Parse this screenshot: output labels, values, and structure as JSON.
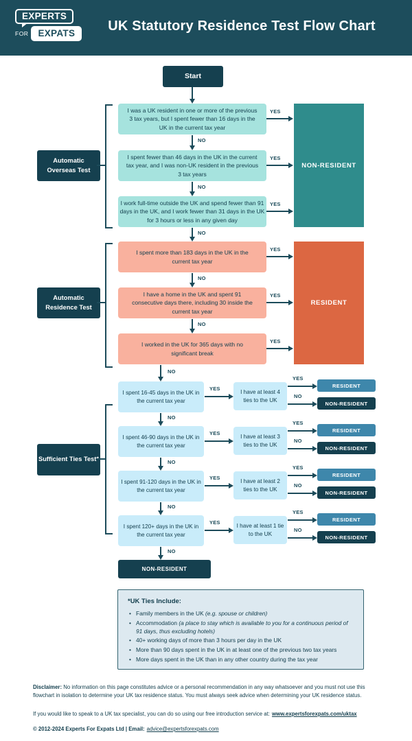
{
  "colors": {
    "header_bg": "#1d4d5c",
    "dark_teal": "#15404f",
    "line": "#1c4b5a",
    "light_teal": "#a6e3de",
    "big_teal": "#2f8c8c",
    "salmon": "#f9b19e",
    "orange": "#dc6742",
    "light_blue": "#c9ecfa",
    "mid_blue": "#3e87ab",
    "panel_bg": "#dde9f0",
    "panel_border": "#33626f"
  },
  "header": {
    "logo_line1": "EXPERTS",
    "logo_for": "FOR",
    "logo_line2": "EXPATS",
    "title": "UK Statutory Residence Test Flow Chart"
  },
  "labels": {
    "start": "Start",
    "yes": "YES",
    "no": "NO"
  },
  "sections": {
    "overseas": {
      "label": "Automatic Overseas Test",
      "result": "NON-RESIDENT",
      "questions": [
        "I was a UK resident in one or more of the previous 3 tax years, but I spent fewer than 16 days in the UK in the current tax year",
        "I spent fewer than 46 days in the UK in the current tax year, and I was non-UK resident in the previous 3 tax years",
        "I work full-time outside the UK and spend fewer than 91 days in the UK, and I work fewer than 31 days in the UK for 3 hours or less in any given day"
      ]
    },
    "residence": {
      "label": "Automatic Residence Test",
      "result": "RESIDENT",
      "questions": [
        "I spent more than 183 days in the UK in the current tax year",
        "I have a home in the UK and spent 91 consecutive days there, including 30 inside the current tax year",
        "I worked in the UK for 365 days with no significant break"
      ]
    },
    "ties": {
      "label": "Sufficient Ties Test*",
      "final_result": "NON-RESIDENT",
      "rows": [
        {
          "question": "I spent 16-45 days in the UK in the current tax year",
          "condition": "I have at least 4 ties to the UK",
          "yes_result": "RESIDENT",
          "no_result": "NON-RESIDENT"
        },
        {
          "question": "I spent 46-90 days in the UK in the current tax year",
          "condition": "I have at least 3 ties to the UK",
          "yes_result": "RESIDENT",
          "no_result": "NON-RESIDENT"
        },
        {
          "question": "I spent 91-120 days in the UK in the current tax year",
          "condition": "I have at least 2 ties to the UK",
          "yes_result": "RESIDENT",
          "no_result": "NON-RESIDENT"
        },
        {
          "question": "I spent 120+ days in the UK in the current tax year",
          "condition": "I have at least 1 tie to the UK",
          "yes_result": "RESIDENT",
          "no_result": "NON-RESIDENT"
        }
      ]
    }
  },
  "ties_include": {
    "title": "*UK Ties Include:",
    "items": [
      {
        "text": "Family members in the UK ",
        "italic": "(e.g. spouse or children)"
      },
      {
        "text": "Accommodation ",
        "italic": "(a place to stay which is available to you for a continuous period of 91 days, thus excluding hotels)"
      },
      {
        "text": "40+ working days of more than 3 hours per day in the UK",
        "italic": ""
      },
      {
        "text": "More than 90 days spent in the UK in at least one of the previous two tax years",
        "italic": ""
      },
      {
        "text": "More days spent in the UK than in any other country during the tax year",
        "italic": ""
      }
    ]
  },
  "footer": {
    "disclaimer_label": "Disclaimer:",
    "disclaimer_text": " No information on this page constitutes advice or a personal recommendation in any way whatsoever and you must not use this flowchart in isolation to determine your UK tax residence status. You must always seek advice when determining your UK residence status.",
    "cta_text": "If you would like to speak to a UK tax specialist, you can do so using our free introduction service at:",
    "cta_link": "www.expertsforexpats.com/uktax",
    "copyright_bold": "© 2012-2024 Experts For Expats Ltd | Email:",
    "email": "advice@expertsforexpats.com"
  }
}
